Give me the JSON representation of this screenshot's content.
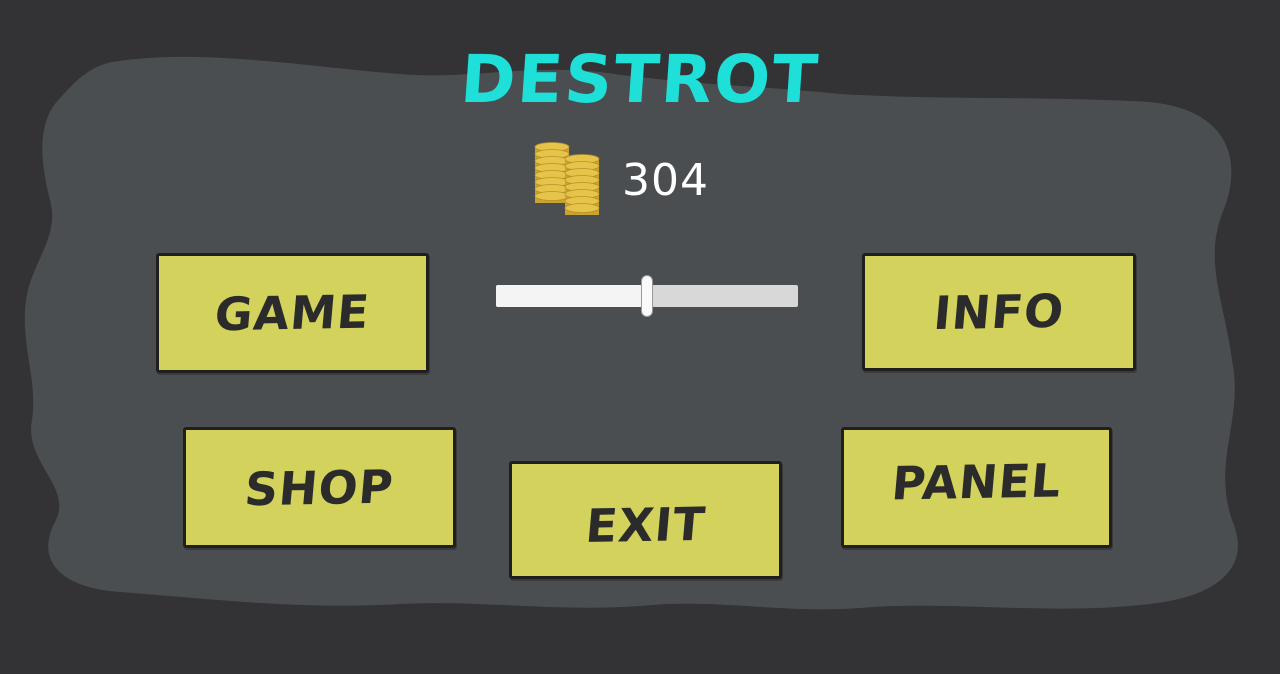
{
  "game": {
    "title": "DESTROT"
  },
  "currency": {
    "icon": "coin-stack-icon",
    "count": "304"
  },
  "volume": {
    "value": 0.5
  },
  "menu": {
    "game_label": "GAME",
    "info_label": "INFO",
    "shop_label": "SHOP",
    "exit_label": "EXIT",
    "panel_label": "PANEL"
  },
  "colors": {
    "background": "#333234",
    "panel": "#4b4e51",
    "title": "#1ee0d8",
    "button": "#d3d25c",
    "button_border": "#1f1f1f",
    "button_text": "#2b2b2b",
    "coin": "#e6c44a",
    "coin_text": "#ffffff"
  }
}
